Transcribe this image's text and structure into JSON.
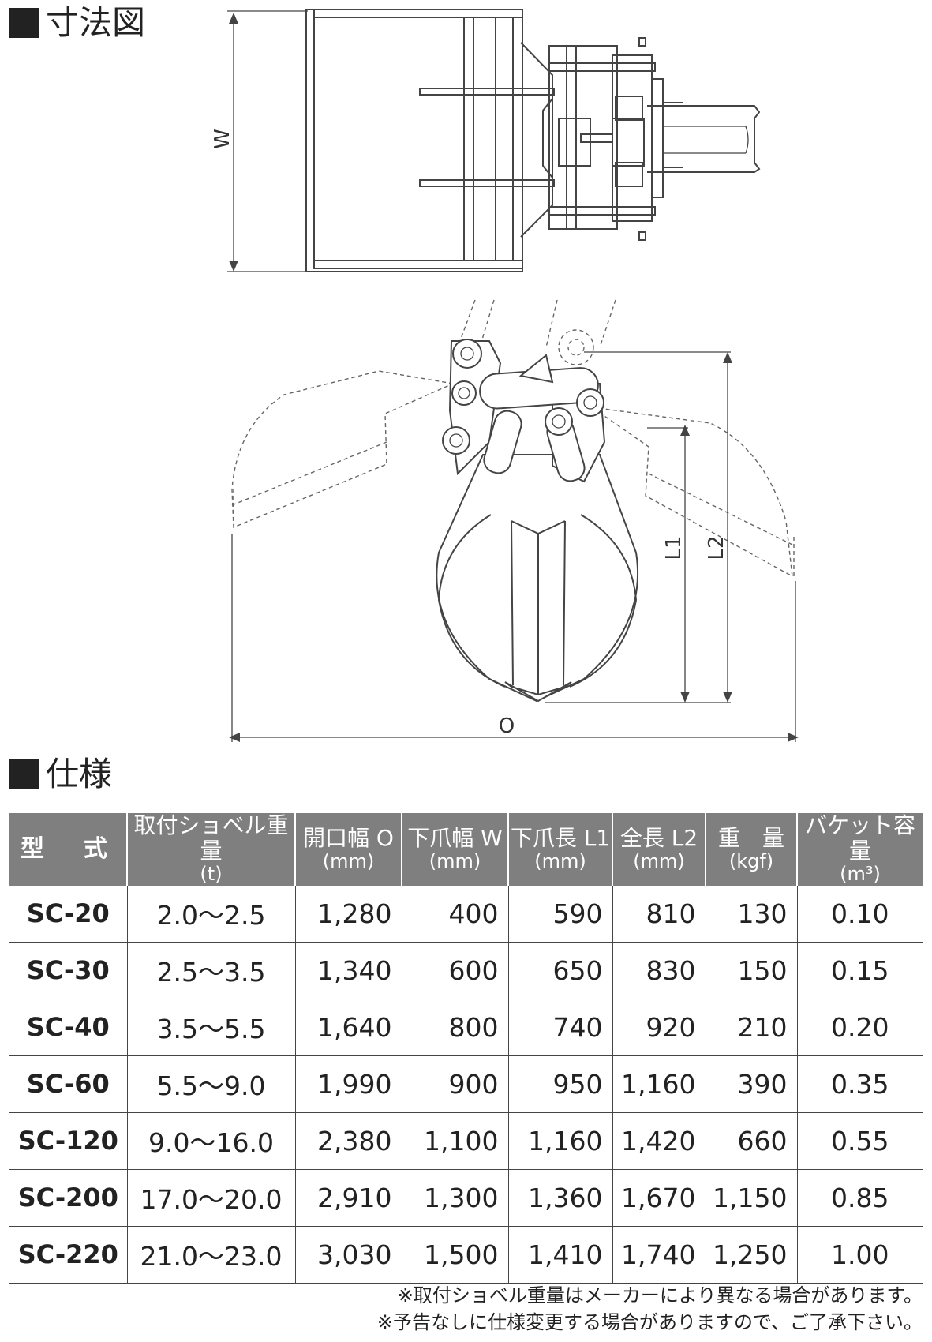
{
  "sections": {
    "dimensions_title": "寸法図",
    "spec_title": "仕様"
  },
  "diagram_labels": {
    "width": "W",
    "length1": "L1",
    "length2": "L2",
    "opening": "O"
  },
  "table": {
    "headers": [
      {
        "label": "型　式",
        "unit": ""
      },
      {
        "label": "取付ショベル重量",
        "unit": "(t)"
      },
      {
        "label": "開口幅 O",
        "unit": "(mm)"
      },
      {
        "label": "下爪幅 W",
        "unit": "(mm)"
      },
      {
        "label": "下爪長 L1",
        "unit": "(mm)"
      },
      {
        "label": "全長 L2",
        "unit": "(mm)"
      },
      {
        "label": "重　量",
        "unit": "(kgf)"
      },
      {
        "label": "バケット容量",
        "unit": "(m³)"
      }
    ],
    "rows": [
      [
        "SC-20",
        "2.0～2.5",
        "1,280",
        "400",
        "590",
        "810",
        "130",
        "0.10"
      ],
      [
        "SC-30",
        "2.5～3.5",
        "1,340",
        "600",
        "650",
        "830",
        "150",
        "0.15"
      ],
      [
        "SC-40",
        "3.5～5.5",
        "1,640",
        "800",
        "740",
        "920",
        "210",
        "0.20"
      ],
      [
        "SC-60",
        "5.5～9.0",
        "1,990",
        "900",
        "950",
        "1,160",
        "390",
        "0.35"
      ],
      [
        "SC-120",
        "9.0～16.0",
        "2,380",
        "1,100",
        "1,160",
        "1,420",
        "660",
        "0.55"
      ],
      [
        "SC-200",
        "17.0～20.0",
        "2,910",
        "1,300",
        "1,360",
        "1,670",
        "1,150",
        "0.85"
      ],
      [
        "SC-220",
        "21.0～23.0",
        "3,030",
        "1,500",
        "1,410",
        "1,740",
        "1,250",
        "1.00"
      ]
    ]
  },
  "notes": [
    "※取付ショベル重量はメーカーにより異なる場合があります。",
    "※予告なしに仕様変更する場合がありますので、ご了承下さい。"
  ]
}
